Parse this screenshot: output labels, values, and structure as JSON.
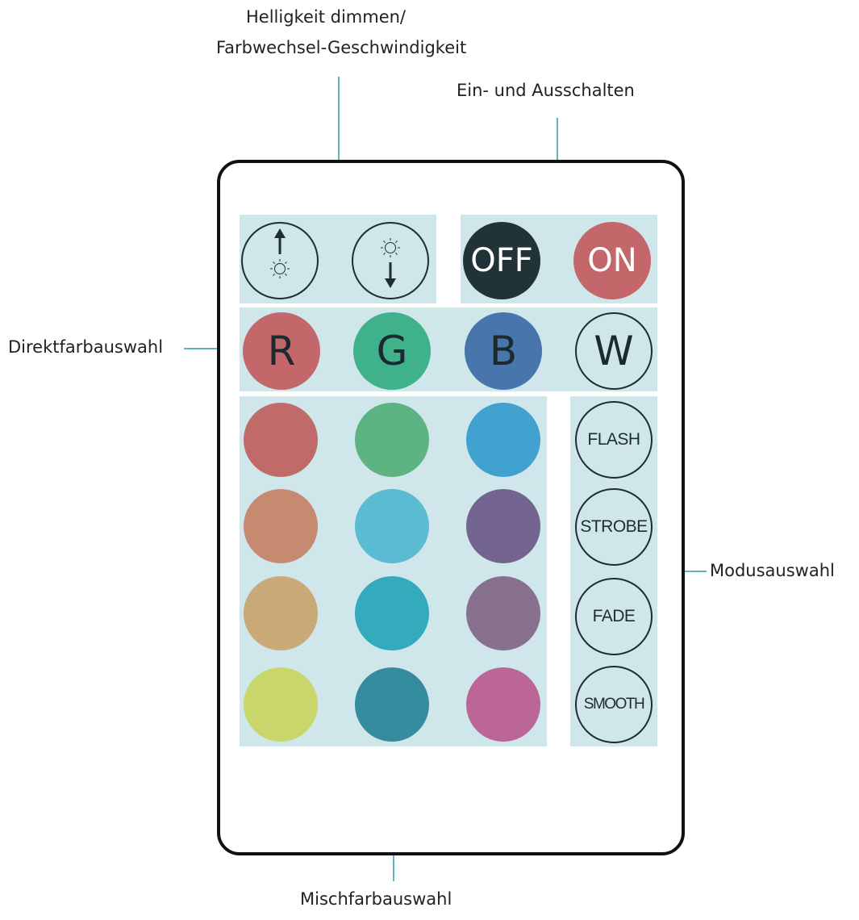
{
  "labels": {
    "brightness_line1": "Helligkeit dimmen/",
    "brightness_line2": "Farbwechsel-Geschwindigkeit",
    "power": "Ein- und Ausschalten",
    "direct": "Direktfarbauswahl",
    "mode": "Modusauswahl",
    "mix": "Mischfarbauswahl"
  },
  "buttons": {
    "brightness_up_icon": "sun-arrow-up-icon",
    "brightness_down_icon": "sun-arrow-down-icon",
    "off": "OFF",
    "on": "ON",
    "r": "R",
    "g": "G",
    "b": "B",
    "w": "W",
    "modes": [
      "FLASH",
      "STROBE",
      "FADE",
      "SMOOTH"
    ]
  },
  "colors": {
    "off": "#213337",
    "on": "#c4676b",
    "r": "#c4676b",
    "g": "#3fb28c",
    "b": "#4876ac",
    "w": "#cfe6eb",
    "panel": "#cfe6eb",
    "leader": "#62b3b7",
    "swatches": [
      [
        "#c06b69",
        "#5db482",
        "#41a2d0"
      ],
      [
        "#c68a71",
        "#5abbd3",
        "#73658f"
      ],
      [
        "#caa979",
        "#33abbd",
        "#88708f"
      ],
      [
        "#c8d66a",
        "#368c9f",
        "#bb6696"
      ]
    ]
  }
}
